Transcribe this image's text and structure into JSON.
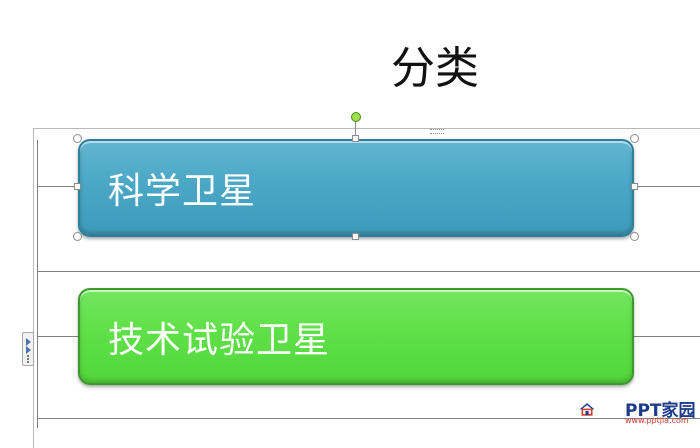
{
  "slide": {
    "title": "分类",
    "items": [
      {
        "label": "科学卫星",
        "color": "#4aa7c6"
      },
      {
        "label": "技术试验卫星",
        "color": "#5fe048"
      }
    ]
  },
  "watermark": {
    "brand": "PPT家园",
    "url": "www.pptjia.com",
    "icon": "house-icon"
  }
}
